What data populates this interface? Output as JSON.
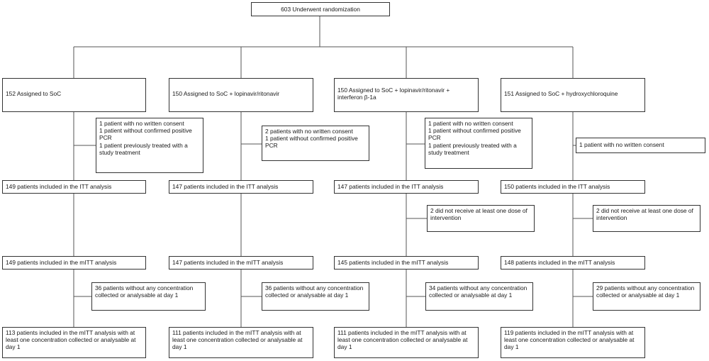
{
  "root": {
    "text": "603 Underwent randomization"
  },
  "arms": [
    {
      "assigned": "152 Assigned to SoC",
      "excluded_assign": [
        "1 patient with no written consent",
        "1 patient without confirmed positive PCR",
        "1 patient previously treated with a study treatment"
      ],
      "itt": "149 patients included in the ITT analysis",
      "excluded_mitt": null,
      "mitt": "149 patients included in the mITT analysis",
      "excluded_conc": [
        "36 patients without any concentration collected or analysable at day 1"
      ],
      "final": "113 patients included in the mITT analysis with at least one concentration collected or analysable at day 1"
    },
    {
      "assigned": "150 Assigned to SoC + lopinavir/ritonavir",
      "excluded_assign": [
        "2 patients with no written consent",
        "1 patient without confirmed positive PCR"
      ],
      "itt": "147 patients included in the ITT analysis",
      "excluded_mitt": null,
      "mitt": "147 patients included in the mITT analysis",
      "excluded_conc": [
        "36 patients without any concentration collected or analysable at day 1"
      ],
      "final": "111 patients included in the mITT analysis with at least one concentration collected or analysable at day 1"
    },
    {
      "assigned": "150 Assigned to SoC + lopinavir/ritonavir + interferon β-1a",
      "excluded_assign": [
        "1 patient with no written consent",
        "1 patient without confirmed positive PCR",
        "1 patient previously treated with a study treatment"
      ],
      "itt": "147 patients included in the ITT analysis",
      "excluded_mitt": [
        "2 did not receive at least one dose of intervention"
      ],
      "mitt": "145 patients included in the mITT analysis",
      "excluded_conc": [
        "34 patients without any concentration collected or analysable at day 1"
      ],
      "final": "111 patients included in the mITT analysis with at least one concentration collected or analysable at day 1"
    },
    {
      "assigned": "151 Assigned to SoC + hydroxychloroquine",
      "excluded_assign": [
        "1 patient with no written consent"
      ],
      "itt": "150 patients included in the ITT analysis",
      "excluded_mitt": [
        "2 did not receive at least one dose of intervention"
      ],
      "mitt": "148 patients included in the mITT analysis",
      "excluded_conc": [
        "29 patients without any concentration collected or analysable at day 1"
      ],
      "final": "119 patients included in the mITT analysis with at least one concentration collected or analysable at day 1"
    }
  ]
}
